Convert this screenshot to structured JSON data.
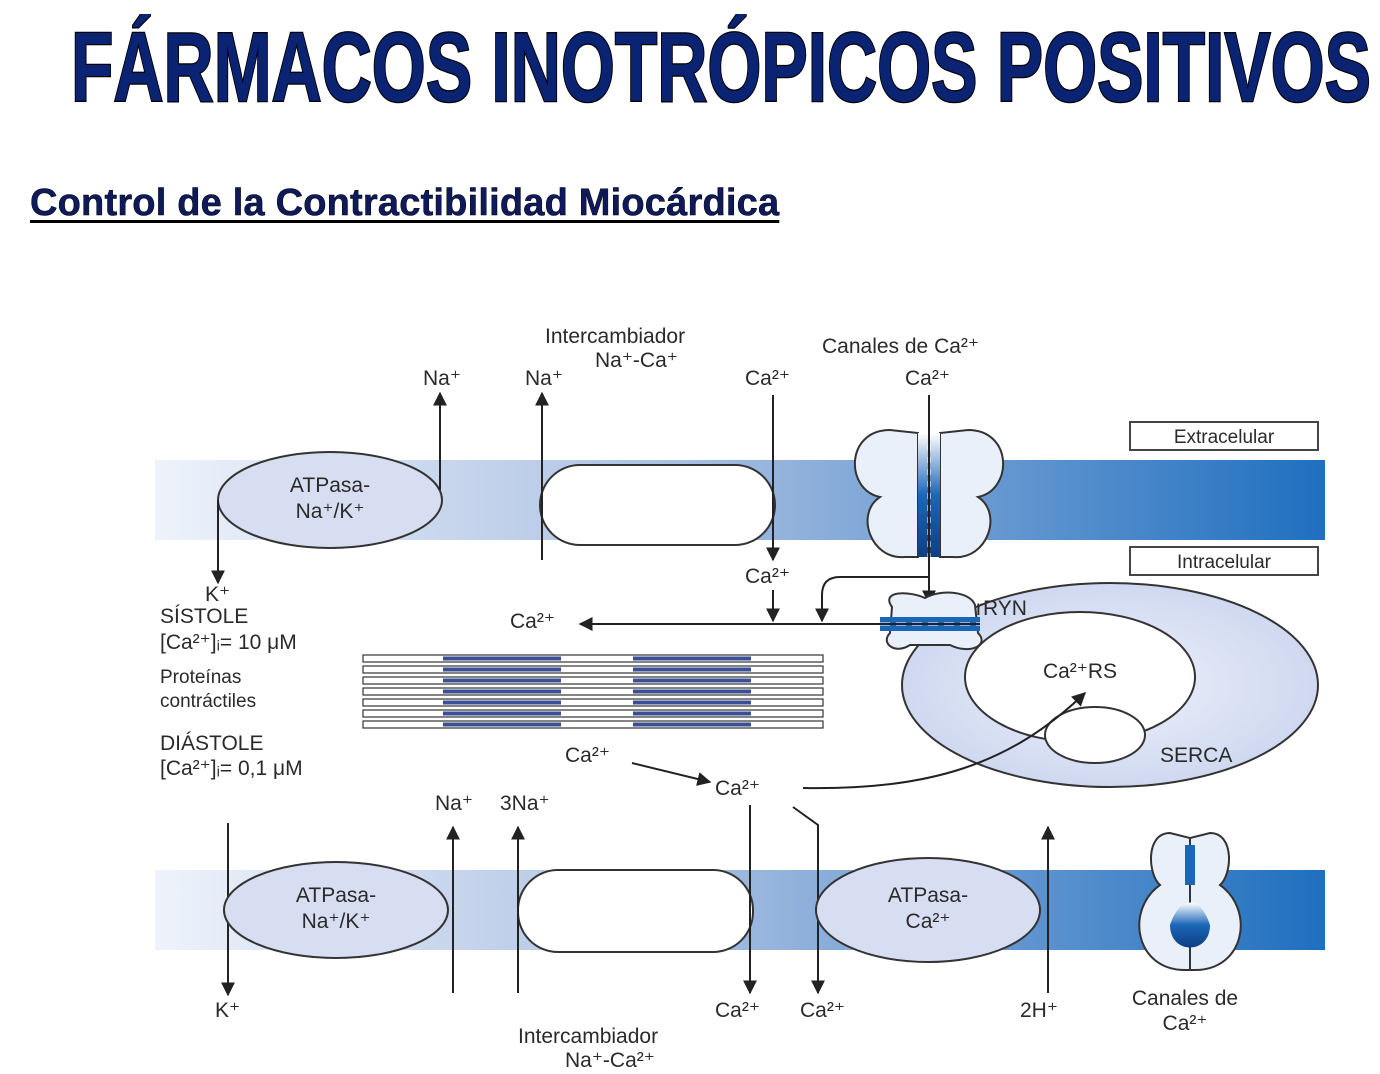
{
  "title": "FÁRMACOS INOTRÓPICOS POSITIVOS",
  "subtitle": "Control de la Contractibilidad Miocárdica",
  "colors": {
    "title": "#0b2373",
    "membrane": "#1f6fbf",
    "membrane_light": "#eef3fb",
    "protein_fill": "#dfe5f5",
    "channel_blue": "#1c66b8"
  },
  "diagram": {
    "top": {
      "na1": "Na⁺",
      "na2": "Na⁺",
      "ca_in": "Ca²⁺",
      "ca_channel": "Ca²⁺",
      "exchanger_line1": "Intercambiador",
      "exchanger_line2": "Na⁺-Ca⁺",
      "channels": "Canales de Ca²⁺",
      "extracelular": "Extracelular",
      "intracelular": "Intracelular",
      "pump_line1": "ATPasa-",
      "pump_line2": "Na⁺/K⁺"
    },
    "middle": {
      "k": "K⁺",
      "ca_below": "Ca²⁺",
      "ca_release": "Ca²⁺",
      "ryn": "rRYN",
      "systole": "SÍSTOLE",
      "systole_conc": "[Ca²⁺]ᵢ= 10 μM",
      "proteins_line1": "Proteínas",
      "proteins_line2": "contráctiles",
      "diastole": "DIÁSTOLE",
      "diastole_conc": "[Ca²⁺]ᵢ= 0,1 μM",
      "ca_rs": "Ca²⁺RS",
      "serca": "SERCA",
      "ca_left": "Ca²⁺",
      "ca_center": "Ca²⁺"
    },
    "bottom": {
      "na": "Na⁺",
      "na3": "3Na⁺",
      "h2": "2H⁺",
      "k": "K⁺",
      "ca1": "Ca²⁺",
      "ca2": "Ca²⁺",
      "pump_line1": "ATPasa-",
      "pump_line2": "Na⁺/K⁺",
      "ca_pump_line1": "ATPasa-",
      "ca_pump_line2": "Ca²⁺",
      "exchanger_line1": "Intercambiador",
      "exchanger_line2": "Na⁺-Ca²⁺",
      "channels_line1": "Canales de",
      "channels_line2": "Ca²⁺"
    }
  }
}
